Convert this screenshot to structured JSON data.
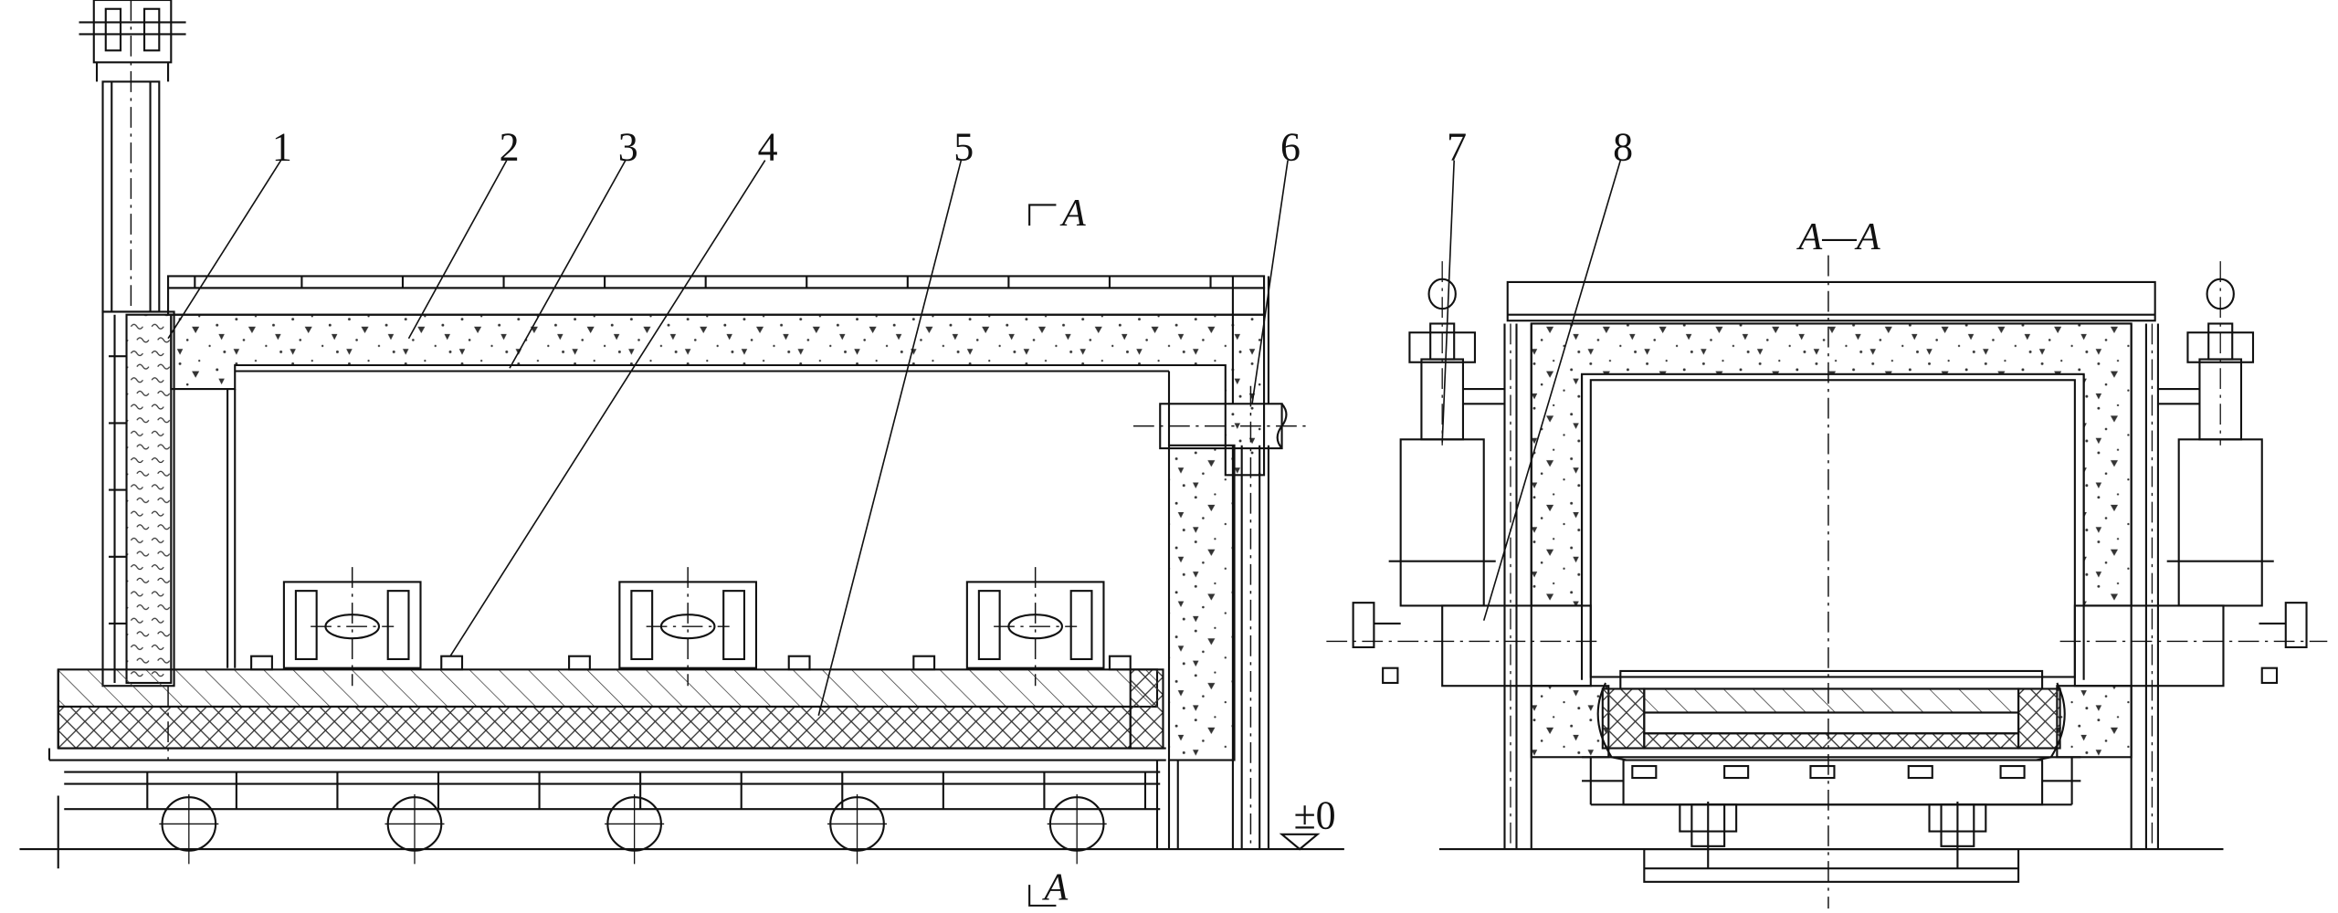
{
  "callouts": [
    "1",
    "2",
    "3",
    "4",
    "5",
    "6",
    "7",
    "8"
  ],
  "section_marks": {
    "top": "A",
    "bottom": "A",
    "section_title": "A—A",
    "level": "±0"
  }
}
